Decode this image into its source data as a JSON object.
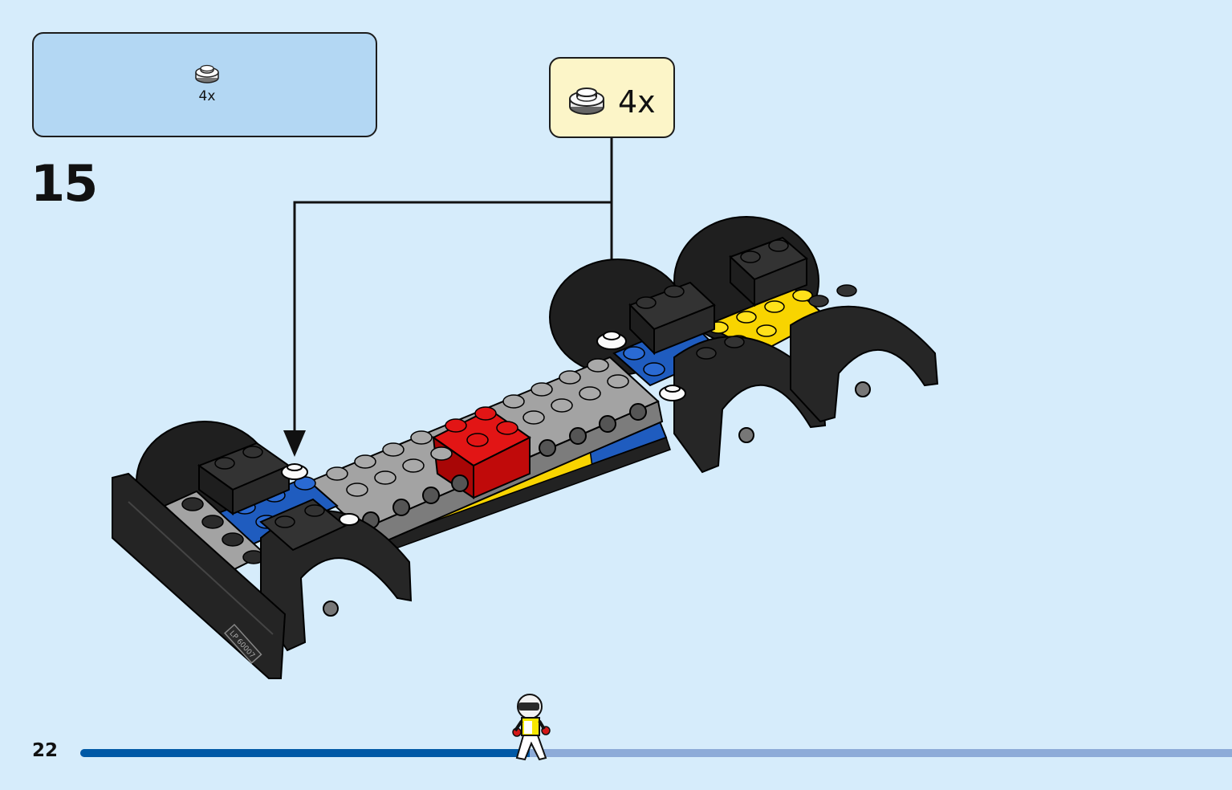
{
  "parts_list": {
    "quantity": "4x",
    "part_icon": "round-plate-1x1-white-icon"
  },
  "step": {
    "number": "15"
  },
  "callout": {
    "quantity": "4x",
    "part_icon": "round-plate-1x1-white-icon"
  },
  "model": {
    "plate_text": "LP 60007"
  },
  "page": {
    "number": "22"
  },
  "progress": {
    "fraction": 0.39,
    "marker_icon": "minifigure-racer-icon"
  },
  "colors": {
    "background": "#d6ecfb",
    "parts_box": "#b3d7f3",
    "callout_box": "#fcf5c8",
    "progress_done": "#0059a6",
    "progress_remaining": "#8dabd8",
    "brick_black": "#2b2b2b",
    "brick_gray": "#9d9d9d",
    "brick_blue": "#1f5cbf",
    "brick_red": "#d40b0b",
    "brick_yellow": "#f8d400"
  }
}
